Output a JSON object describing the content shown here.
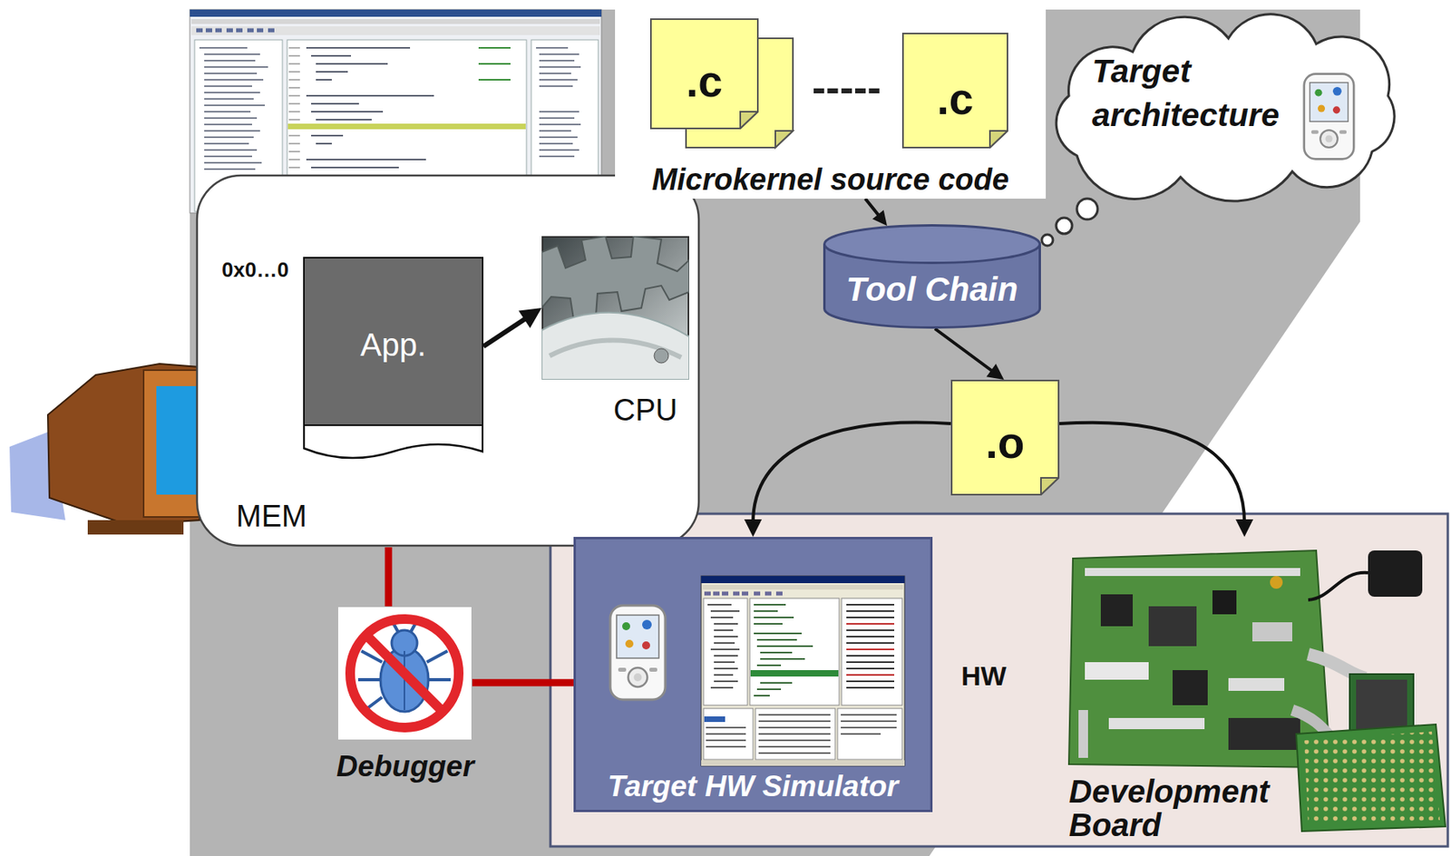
{
  "diagram": {
    "nodes": [
      {
        "text": [
          "Microkernel source code"
        ]
      },
      {
        "text": [
          ".c"
        ],
        "in": 0
      },
      {
        "text": [
          ".c"
        ],
        "in": 0
      },
      {
        "text": [
          "Target architecture"
        ]
      },
      {
        "text": [
          "Tool Chain"
        ]
      },
      {
        "text": [
          "MEM"
        ]
      },
      {
        "text": [
          "App."
        ],
        "in": 5
      },
      {
        "text": [
          "CPU"
        ]
      },
      {
        "text": [
          ".o"
        ]
      },
      {
        "text": [
          "Debugger"
        ]
      },
      {
        "text": [
          "HW"
        ]
      },
      {
        "text": [
          "Target HW Simulator"
        ],
        "in": 10
      },
      {
        "text": [
          "Development Board"
        ],
        "in": 10
      }
    ],
    "edges": [
      {
        "from": 0,
        "to": 4,
        "arrow": "to"
      },
      {
        "from": 6,
        "to": 7,
        "arrow": "to"
      },
      {
        "from": 4,
        "to": 8,
        "arrow": "to"
      },
      {
        "from": 8,
        "to": 11,
        "arrow": "to"
      },
      {
        "from": 8,
        "to": 12,
        "arrow": "to"
      },
      {
        "from": 9,
        "to": 11,
        "arrow": "none"
      }
    ],
    "labels": [
      "-----",
      "0x0…0"
    ]
  }
}
